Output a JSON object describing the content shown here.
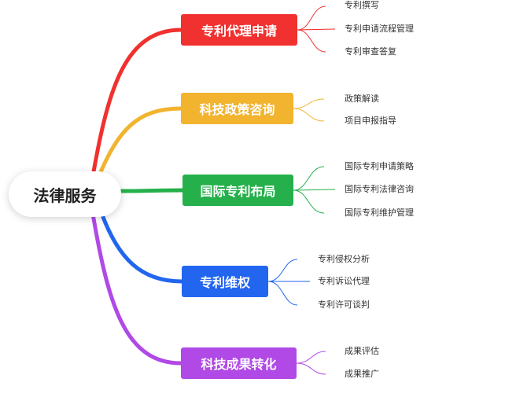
{
  "root": {
    "label": "法律服务"
  },
  "branches": [
    {
      "label": "专利代理申请",
      "color": "#f0312f",
      "leaves": [
        "专利撰写",
        "专利申请流程管理",
        "专利审查答复"
      ]
    },
    {
      "label": "科技政策咨询",
      "color": "#f2b32e",
      "leaves": [
        "政策解读",
        "项目申报指导"
      ]
    },
    {
      "label": "国际专利布局",
      "color": "#25b04b",
      "leaves": [
        "国际专利申请策略",
        "国际专利法律咨询",
        "国际专利维护管理"
      ]
    },
    {
      "label": "专利维权",
      "color": "#2266ef",
      "leaves": [
        "专利侵权分析",
        "专利诉讼代理",
        "专利许可谈判"
      ]
    },
    {
      "label": "科技成果转化",
      "color": "#b049e6",
      "leaves": [
        "成果评估",
        "成果推广"
      ]
    }
  ]
}
